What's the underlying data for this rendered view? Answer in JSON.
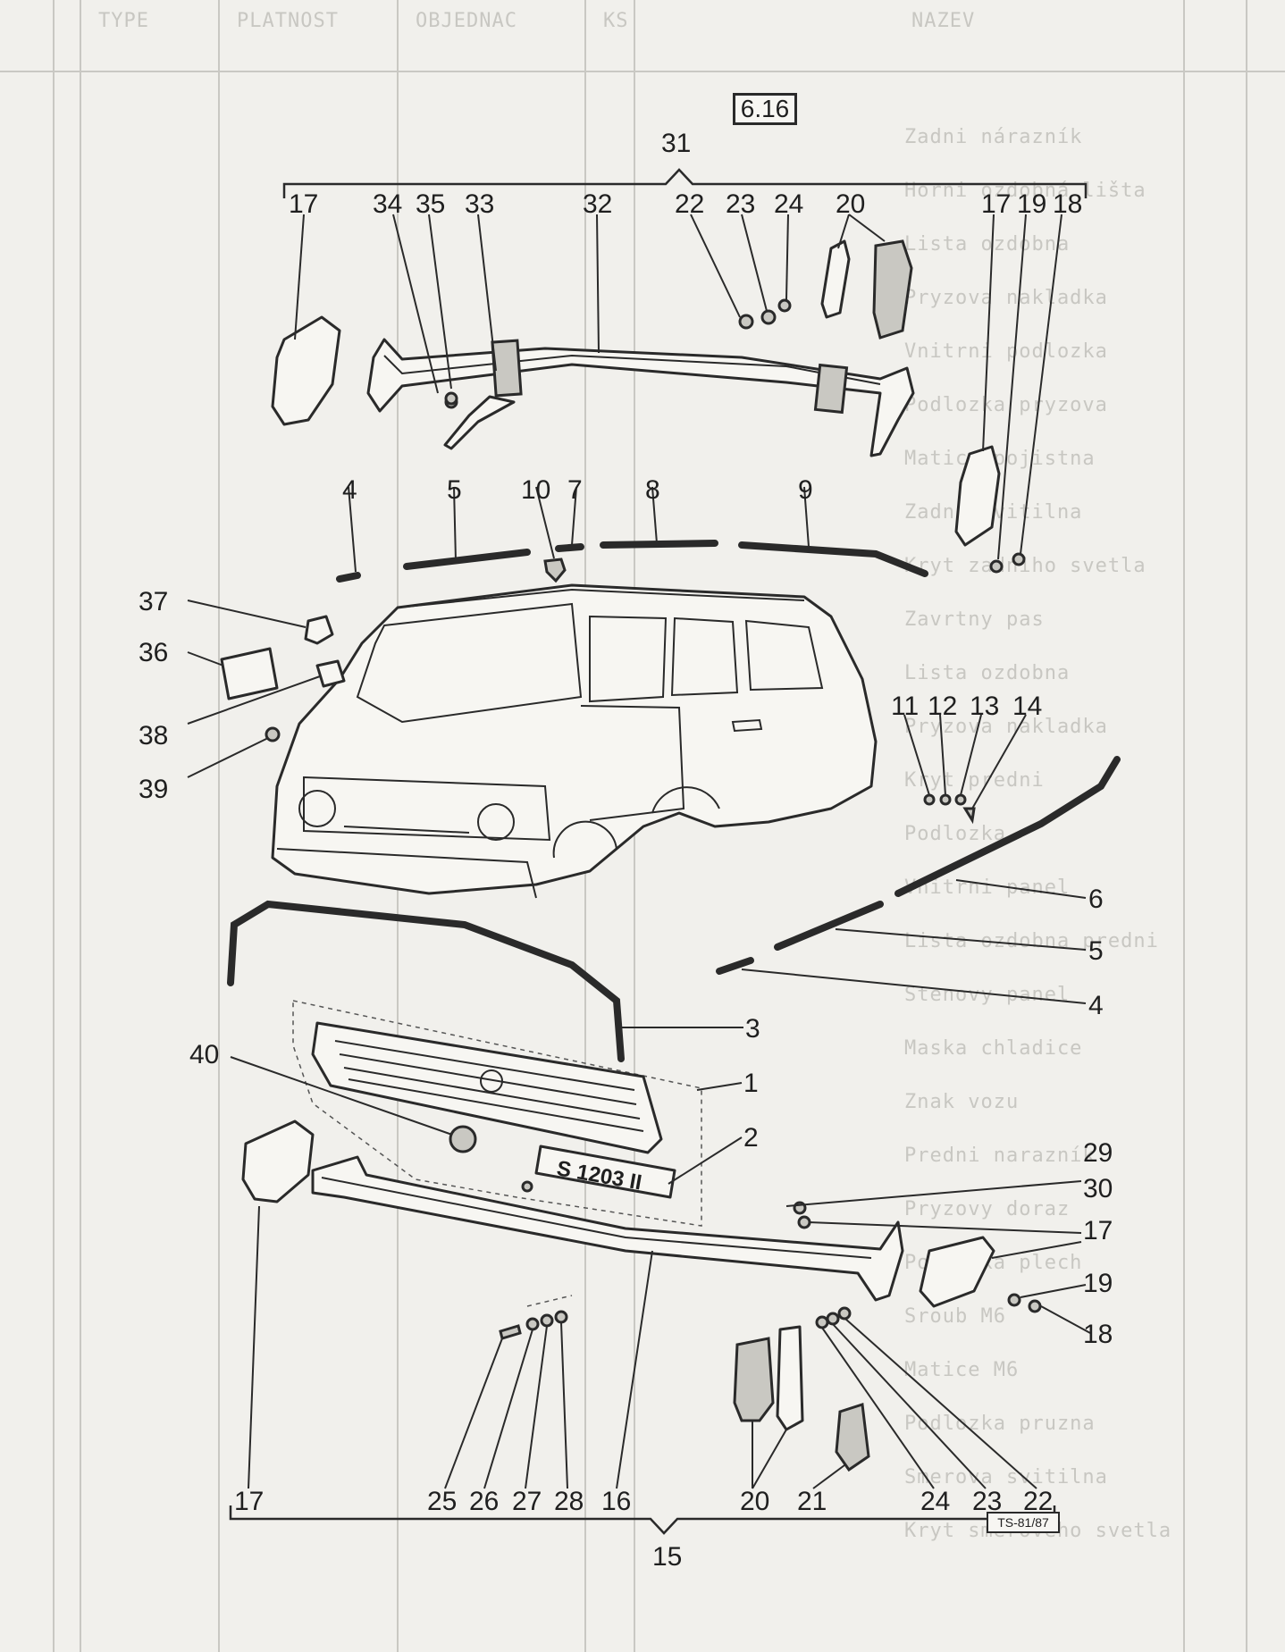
{
  "header": {
    "page_code": "6.16",
    "drawing_ref": "TS-81/87"
  },
  "badge": {
    "text": "S 1203 II"
  },
  "callouts": {
    "c31": "31",
    "c15": "15",
    "rear_bumper_top": [
      "17",
      "34",
      "35",
      "33",
      "32",
      "22",
      "23",
      "24",
      "20",
      "17",
      "19",
      "18"
    ],
    "roof_strips": [
      "4",
      "5",
      "10",
      "7",
      "8",
      "9"
    ],
    "left_side": [
      "37",
      "36",
      "38",
      "39"
    ],
    "right_side": [
      "11",
      "12",
      "13",
      "14",
      "6",
      "5",
      "4"
    ],
    "front_grille": [
      "3",
      "40",
      "1",
      "2"
    ],
    "front_bumper_right": [
      "29",
      "30",
      "17",
      "19",
      "18"
    ],
    "front_bumper_bottom": [
      "17",
      "25",
      "26",
      "27",
      "28",
      "16",
      "20",
      "21",
      "24",
      "23",
      "22"
    ]
  },
  "bleed_through": {
    "header_cols": [
      "TYPE",
      "PLATNOST",
      "OBJEDNAC",
      "KS",
      "NAZEV"
    ],
    "rows": [
      "Zadni nárazník",
      "Horni ozdobná lišta",
      "Lista ozdobna",
      "Pryzova nakladka",
      "Vnitrni podlozka",
      "Podlozka pryzova",
      "Matice pojistna",
      "Zadni svitilna",
      "Kryt zadniho svetla",
      "Zavrtny pas",
      "Lista ozdobna",
      "Pryzova nakladka",
      "Kryt predni",
      "Podlozka",
      "Vnitrni panel",
      "Lista ozdobna predni",
      "Stenovy panel",
      "Maska chladice",
      "Znak vozu",
      "Predni narazník",
      "Pryzovy doraz",
      "Podlozka plech",
      "Sroub M6",
      "Matice M6",
      "Podlozka pruzna",
      "Smerova svitilna",
      "Kryt smeroveho svetla"
    ]
  }
}
